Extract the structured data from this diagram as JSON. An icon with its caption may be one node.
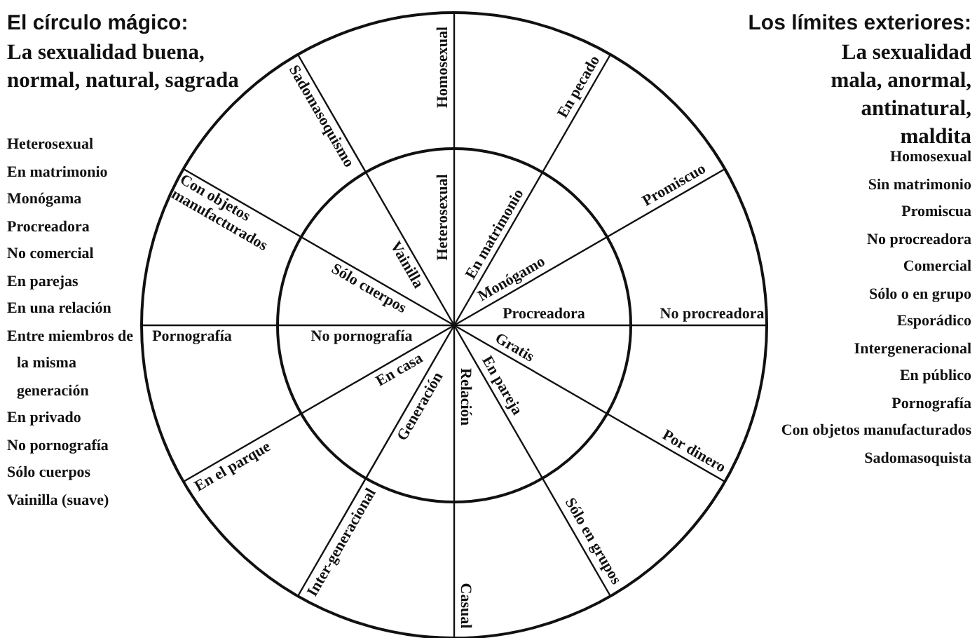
{
  "diagram": {
    "nodes": [
      {
        "text": [
          "Homosexual",
          "En pecado",
          "Promiscuo",
          "No procreadora",
          "Por dinero",
          "Sólo en grupos",
          "Casual",
          "Inter-generacional",
          "En el parque",
          "Pornografía",
          "Con objetos manufacturados",
          "Sadomasoquismo"
        ]
      },
      {
        "text": [
          "Heterosexual",
          "En matrimonio",
          "Monógamo",
          "Procreadora",
          "Gratis",
          "En pareja",
          "Relación",
          "Generación",
          "En casa",
          "No pornografía",
          "Sólo cuerpos",
          "Vainilla"
        ],
        "in": 0
      }
    ],
    "edges": [],
    "labels": [
      "El círculo mágico:",
      "La sexualidad buena, normal, natural, sagrada",
      "Heterosexual",
      "En matrimonio",
      "Monógama",
      "Procreadora",
      "No comercial",
      "En parejas",
      "En una relación",
      "Entre miembros de la misma generación",
      "En privado",
      "No pornografía",
      "Sólo cuerpos",
      "Vainilla (suave)",
      "Los límites exteriores:",
      "La sexualidad mala, anormal, antinatural, maldita",
      "Homosexual",
      "Sin matrimonio",
      "Promiscua",
      "No procreadora",
      "Comercial",
      "Sólo o en grupo",
      "Esporádico",
      "Intergeneracional",
      "En público",
      "Pornografía",
      "Con objetos manufacturados",
      "Sadomasoquista"
    ]
  }
}
